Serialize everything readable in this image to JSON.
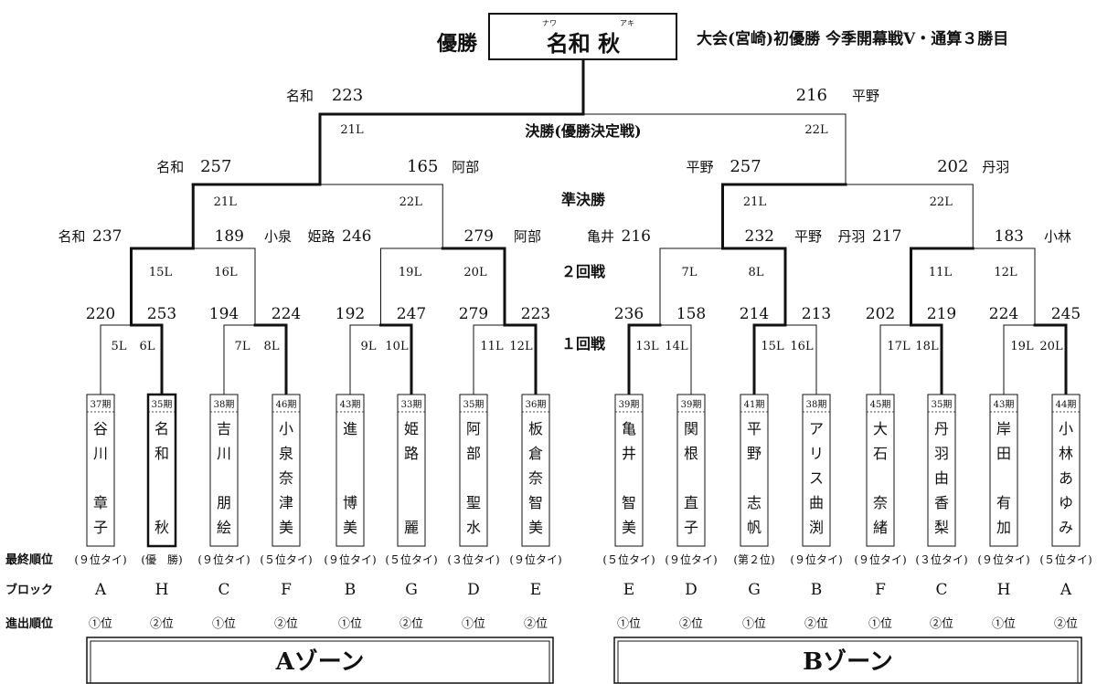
{
  "champion": {
    "label": "優勝",
    "name": "名和 秋",
    "ruby": [
      "ナワ",
      "アキ"
    ],
    "note": "大会(宮崎)初優勝 今季開幕戦V・通算３勝目"
  },
  "rounds": {
    "final": "決勝(優勝決定戦)",
    "semi": "準決勝",
    "second": "２回戦",
    "first": "１回戦"
  },
  "final": {
    "left": {
      "name": "名和",
      "score": "223"
    },
    "right": {
      "name": "平野",
      "score": "216"
    },
    "lanes": [
      "21L",
      "22L"
    ]
  },
  "semis": [
    {
      "lanes": [
        "21L",
        "22L"
      ],
      "a": {
        "name": "名和",
        "score": "257"
      },
      "b": {
        "name": "阿部",
        "score": "165"
      }
    },
    {
      "lanes": [
        "21L",
        "22L"
      ],
      "a": {
        "name": "平野",
        "score": "257"
      },
      "b": {
        "name": "丹羽",
        "score": "202"
      }
    }
  ],
  "second_round": [
    {
      "lanes": [
        "15L",
        "16L"
      ],
      "a": {
        "name": "名和",
        "score": "237"
      },
      "b": {
        "name": "小泉",
        "score": "189"
      }
    },
    {
      "lanes": [
        "19L",
        "20L"
      ],
      "a": {
        "name": "姫路",
        "score": "246"
      },
      "b": {
        "name": "阿部",
        "score": "279"
      }
    },
    {
      "lanes": [
        "7L",
        "8L"
      ],
      "a": {
        "name": "亀井",
        "score": "216"
      },
      "b": {
        "name": "平野",
        "score": "232"
      }
    },
    {
      "lanes": [
        "11L",
        "12L"
      ],
      "a": {
        "name": "丹羽",
        "score": "217"
      },
      "b": {
        "name": "小林",
        "score": "183"
      }
    }
  ],
  "first_round": [
    {
      "lanes": [
        "5L",
        "6L"
      ],
      "scores": [
        "220",
        "253"
      ]
    },
    {
      "lanes": [
        "7L",
        "8L"
      ],
      "scores": [
        "194",
        "224"
      ]
    },
    {
      "lanes": [
        "9L",
        "10L"
      ],
      "scores": [
        "192",
        "247"
      ]
    },
    {
      "lanes": [
        "11L",
        "12L"
      ],
      "scores": [
        "279",
        "223"
      ]
    },
    {
      "lanes": [
        "13L",
        "14L"
      ],
      "scores": [
        "236",
        "158"
      ]
    },
    {
      "lanes": [
        "15L",
        "16L"
      ],
      "scores": [
        "214",
        "213"
      ]
    },
    {
      "lanes": [
        "17L",
        "18L"
      ],
      "scores": [
        "202",
        "219"
      ]
    },
    {
      "lanes": [
        "19L",
        "20L"
      ],
      "scores": [
        "224",
        "245"
      ]
    }
  ],
  "players": [
    {
      "term": "37期",
      "name": [
        "谷",
        "川",
        "",
        "章",
        "子"
      ],
      "rank": "(９位タイ)",
      "block": "A",
      "qual": "①位"
    },
    {
      "term": "35期",
      "name": [
        "名",
        "和",
        "",
        "",
        "秋"
      ],
      "rank": "(優　勝)",
      "block": "H",
      "qual": "②位"
    },
    {
      "term": "38期",
      "name": [
        "吉",
        "川",
        "",
        "朋",
        "絵"
      ],
      "rank": "(９位タイ)",
      "block": "C",
      "qual": "①位"
    },
    {
      "term": "46期",
      "name": [
        "小",
        "泉",
        "奈",
        "津",
        "美"
      ],
      "rank": "(５位タイ)",
      "block": "F",
      "qual": "②位"
    },
    {
      "term": "43期",
      "name": [
        "進",
        "",
        "",
        "博",
        "美"
      ],
      "rank": "(９位タイ)",
      "block": "B",
      "qual": "①位"
    },
    {
      "term": "33期",
      "name": [
        "姫",
        "路",
        "",
        "",
        "麗"
      ],
      "rank": "(５位タイ)",
      "block": "G",
      "qual": "②位"
    },
    {
      "term": "35期",
      "name": [
        "阿",
        "部",
        "",
        "聖",
        "水"
      ],
      "rank": "(３位タイ)",
      "block": "D",
      "qual": "①位"
    },
    {
      "term": "36期",
      "name": [
        "板",
        "倉",
        "奈",
        "智",
        "美"
      ],
      "rank": "(９位タイ)",
      "block": "E",
      "qual": "②位"
    },
    {
      "term": "39期",
      "name": [
        "亀",
        "井",
        "",
        "智",
        "美"
      ],
      "rank": "(５位タイ)",
      "block": "E",
      "qual": "①位"
    },
    {
      "term": "39期",
      "name": [
        "関",
        "根",
        "",
        "直",
        "子"
      ],
      "rank": "(９位タイ)",
      "block": "D",
      "qual": "②位"
    },
    {
      "term": "41期",
      "name": [
        "平",
        "野",
        "",
        "志",
        "帆"
      ],
      "rank": "(第２位)",
      "block": "G",
      "qual": "①位"
    },
    {
      "term": "38期",
      "name": [
        "ア",
        "リ",
        "ス",
        "曲",
        "渕"
      ],
      "rank": "(９位タイ)",
      "block": "B",
      "qual": "②位"
    },
    {
      "term": "45期",
      "name": [
        "大",
        "石",
        "",
        "奈",
        "緒"
      ],
      "rank": "(９位タイ)",
      "block": "F",
      "qual": "①位"
    },
    {
      "term": "35期",
      "name": [
        "丹",
        "羽",
        "由",
        "香",
        "梨"
      ],
      "rank": "(３位タイ)",
      "block": "C",
      "qual": "②位"
    },
    {
      "term": "43期",
      "name": [
        "岸",
        "田",
        "",
        "有",
        "加"
      ],
      "rank": "(９位タイ)",
      "block": "H",
      "qual": "①位"
    },
    {
      "term": "44期",
      "name": [
        "小",
        "林",
        "あ",
        "ゆ",
        "み"
      ],
      "rank": "(５位タイ)",
      "block": "A",
      "qual": "②位"
    }
  ],
  "row_labels": {
    "rank": "最終順位",
    "block": "ブロック",
    "qual": "進出順位"
  },
  "zones": [
    "Aゾーン",
    "Bゾーン"
  ]
}
